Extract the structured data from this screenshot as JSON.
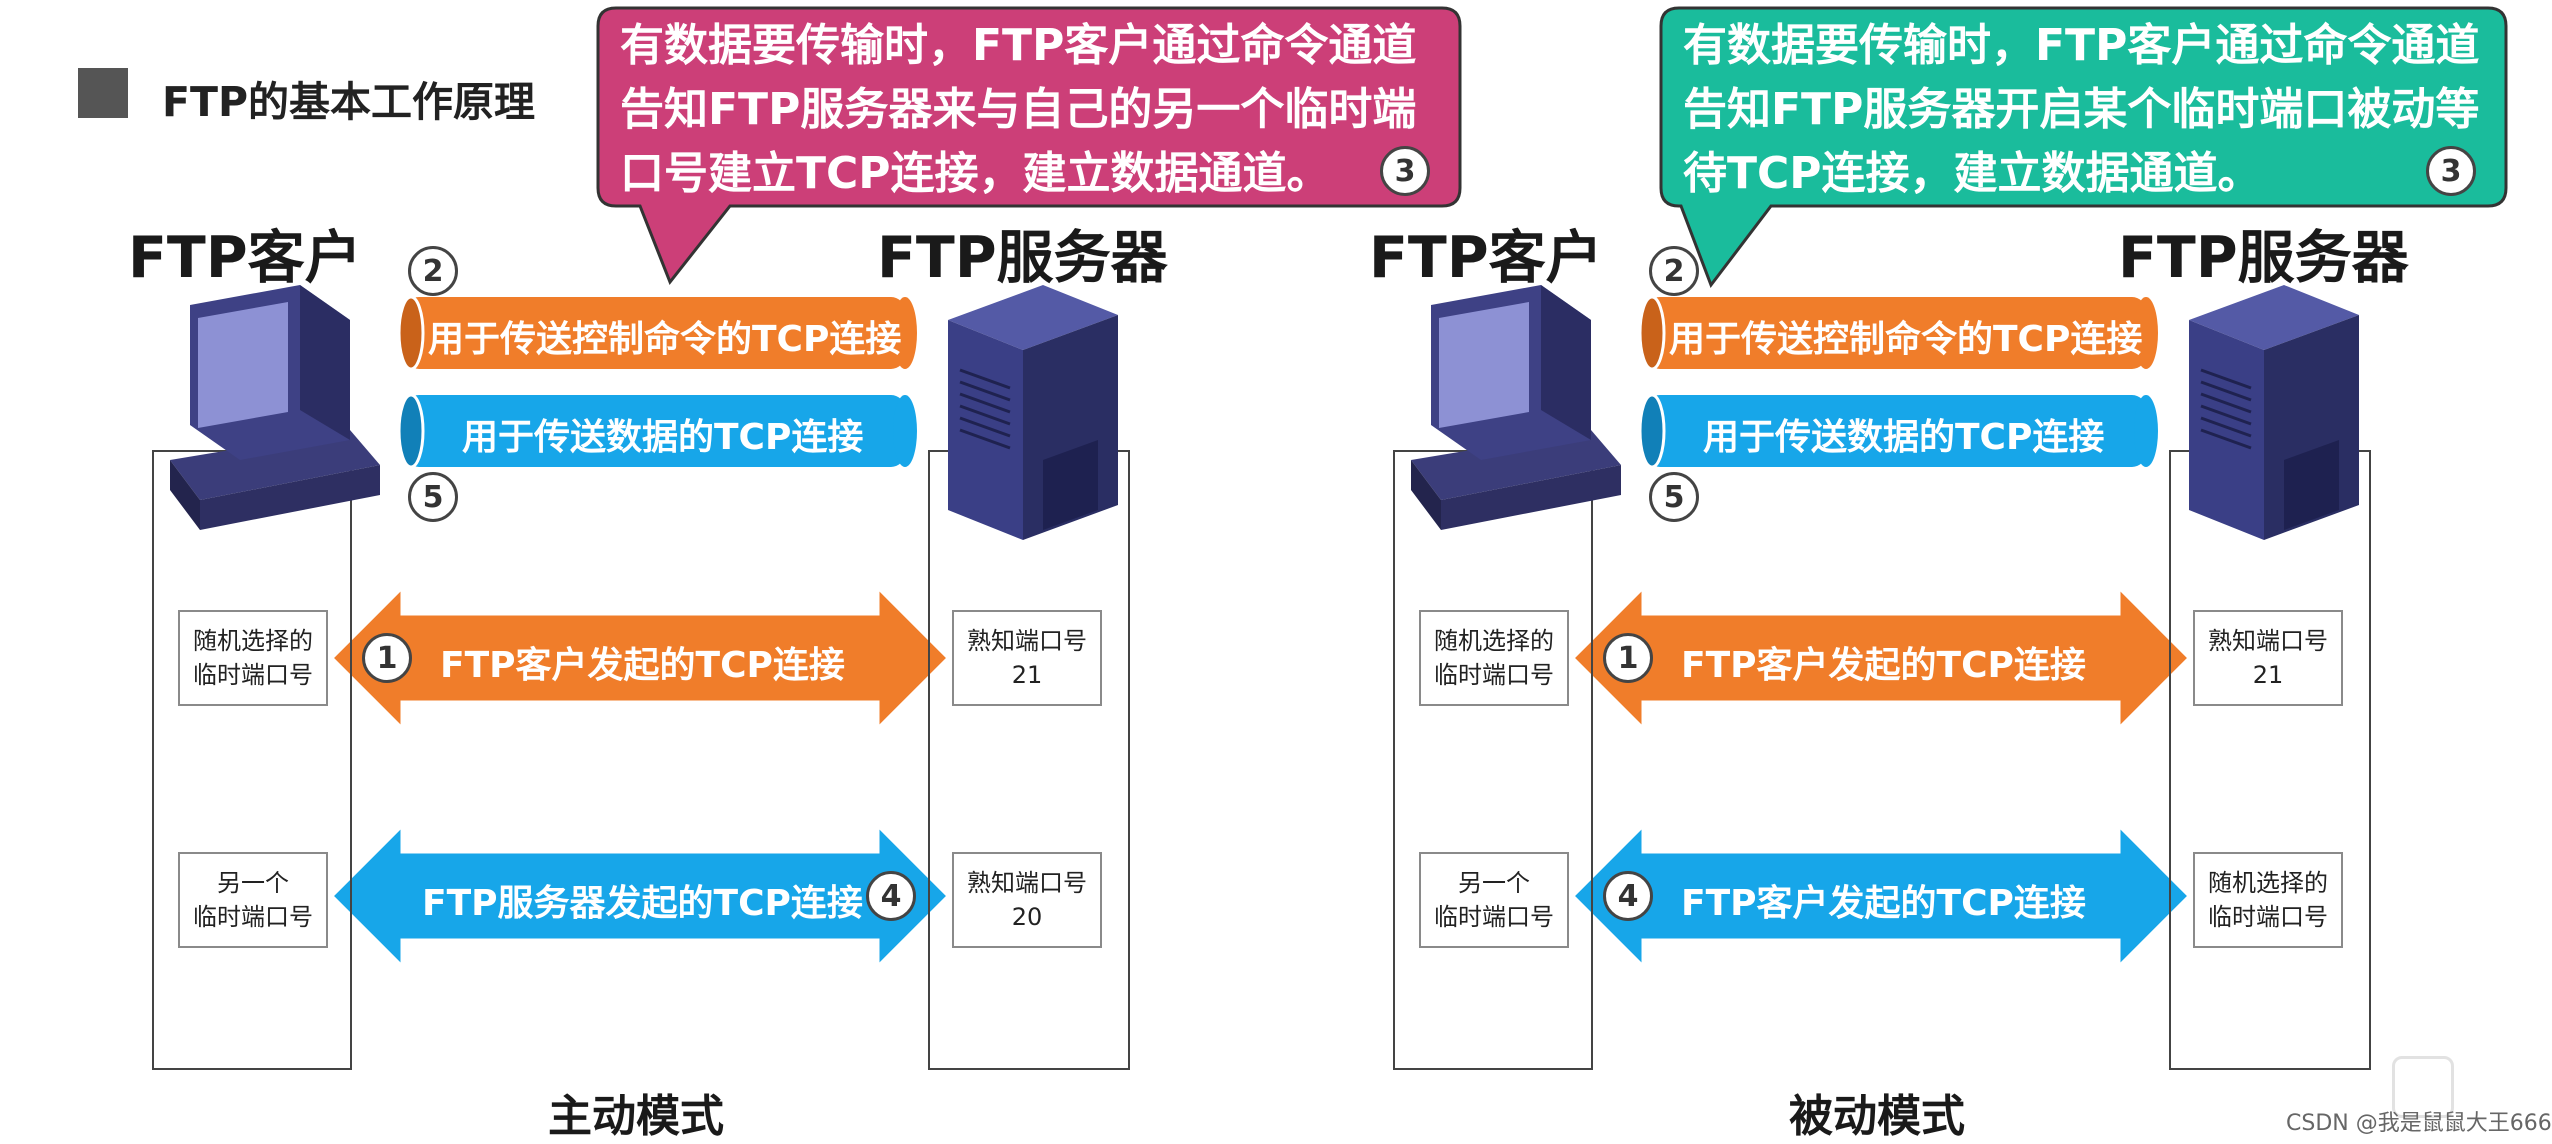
{
  "title": "FTP的基本工作原理",
  "left": {
    "client_label": "FTP客户",
    "server_label": "FTP服务器",
    "callout_lines": [
      "有数据要传输时，FTP客户通过命令通道",
      "告知FTP服务器来与自己的另一个临时端",
      "口号建立TCP连接，建立数据通道。"
    ],
    "callout_num": "3",
    "control_tube": "用于传送控制命令的TCP连接",
    "data_tube": "用于传送数据的TCP连接",
    "num_control": "2",
    "num_data": "5",
    "client_box1": [
      "随机选择的",
      "临时端口号"
    ],
    "server_box1": [
      "熟知端口号",
      "21"
    ],
    "arrow1_num": "1",
    "arrow1_text": "FTP客户发起的TCP连接",
    "client_box2": [
      "另一个",
      "临时端口号"
    ],
    "server_box2": [
      "熟知端口号",
      "20"
    ],
    "arrow2_num": "4",
    "arrow2_text": "FTP服务器发起的TCP连接",
    "mode": "主动模式"
  },
  "right": {
    "client_label": "FTP客户",
    "server_label": "FTP服务器",
    "callout_lines": [
      "有数据要传输时，FTP客户通过命令通道",
      "告知FTP服务器开启某个临时端口被动等",
      "待TCP连接，建立数据通道。"
    ],
    "callout_num": "3",
    "control_tube": "用于传送控制命令的TCP连接",
    "data_tube": "用于传送数据的TCP连接",
    "num_control": "2",
    "num_data": "5",
    "client_box1": [
      "随机选择的",
      "临时端口号"
    ],
    "server_box1": [
      "熟知端口号",
      "21"
    ],
    "arrow1_num": "1",
    "arrow1_text": "FTP客户发起的TCP连接",
    "client_box2": [
      "另一个",
      "临时端口号"
    ],
    "server_box2": [
      "随机选择的",
      "临时端口号"
    ],
    "arrow2_num": "4",
    "arrow2_text": "FTP客户发起的TCP连接",
    "mode": "被动模式"
  },
  "watermark": "CSDN @我是鼠鼠大王666",
  "colors": {
    "orange": "#f07d2a",
    "blue": "#17a6e9",
    "callout_left": "#cc3f78",
    "callout_right": "#1abc9c"
  }
}
